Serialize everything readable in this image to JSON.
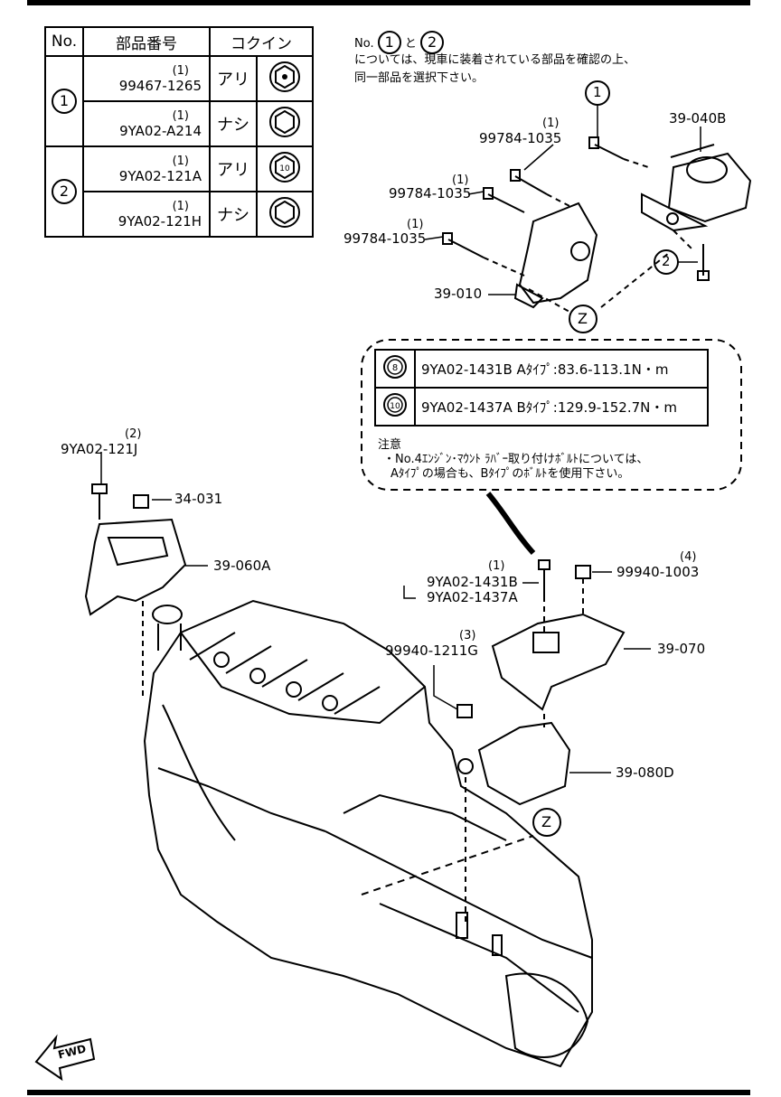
{
  "table": {
    "headers": [
      "No.",
      "部品番号",
      "コクイン"
    ],
    "groups": [
      {
        "no": "1",
        "rows": [
          {
            "qty": "(1)",
            "part": "99467-1265",
            "kokuin": "アリ",
            "icon": "bolt-head-marked-icon"
          },
          {
            "qty": "(1)",
            "part": "9YA02-A214",
            "kokuin": "ナシ",
            "icon": "bolt-head-plain-icon"
          }
        ]
      },
      {
        "no": "2",
        "rows": [
          {
            "qty": "(1)",
            "part": "9YA02-121A",
            "kokuin": "アリ",
            "icon": "bolt-head-10-icon"
          },
          {
            "qty": "(1)",
            "part": "9YA02-121H",
            "kokuin": "ナシ",
            "icon": "bolt-head-plain-icon"
          }
        ]
      }
    ]
  },
  "note_top": {
    "prefix": "No.",
    "n1": "1",
    "to": "と",
    "n2": "2",
    "line1": "については、現車に装着されている部品を確認の上、",
    "line2": "同一部品を選択下さい。"
  },
  "callouts": {
    "c1": "1",
    "c2": "2",
    "z": "Z"
  },
  "labels": {
    "l39_040b": "39-040B",
    "b1_qty": "(1)",
    "b1": "99784-1035",
    "b2_qty": "(1)",
    "b2": "99784-1035",
    "b3_qty": "(1)",
    "b3": "99784-1035",
    "l39_010": "39-010",
    "l121j_qty": "(2)",
    "l121j": "9YA02-121J",
    "l34_031": "34-031",
    "l39_060a": "39-060A",
    "l1431_qty": "(1)",
    "l1431b": "9YA02-1431B",
    "l1437a": "9YA02-1437A",
    "l1003_qty": "(4)",
    "l1003": "99940-1003",
    "l1211_qty": "(3)",
    "l1211g": "99940-1211G",
    "l39_070": "39-070",
    "l39_080d": "39-080D",
    "fwd": "FWD"
  },
  "spec_box": {
    "rows": [
      {
        "mark": "8",
        "text": "9YA02-1431B  Aﾀｲﾌﾟ:83.6-113.1N・m"
      },
      {
        "mark": "10",
        "text": "9YA02-1437A  Bﾀｲﾌﾟ:129.9-152.7N・m"
      }
    ],
    "note_title": "注意",
    "note_line1": "・No.4ｴﾝｼﾞﾝ･ﾏｳﾝﾄ ﾗﾊﾞｰ取り付けﾎﾞﾙﾄについては、",
    "note_line2": "Aﾀｲﾌﾟの場合も、Bﾀｲﾌﾟのﾎﾞﾙﾄを使用下さい。"
  }
}
